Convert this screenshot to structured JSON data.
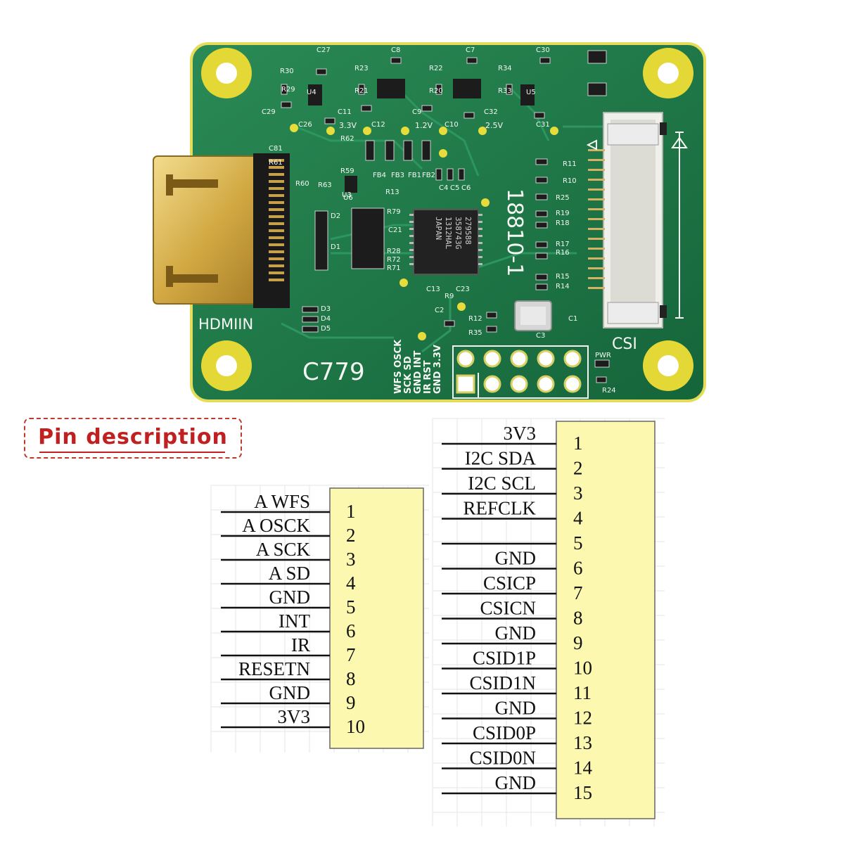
{
  "board": {
    "model_label": "C779",
    "hdmi_label": "HDMIIN",
    "csi_label": "CSI",
    "part_label": "18810-1",
    "chip_lines": [
      "279588",
      "358743G",
      "1312HAL",
      "JAPAN"
    ],
    "pwr_label": "PWR",
    "header_row1": [
      "WFS",
      "OSCK"
    ],
    "header_row2": [
      "SCK",
      "SD"
    ],
    "header_row3": [
      "GND",
      "INT"
    ],
    "header_row4": [
      "IR",
      "RST"
    ],
    "header_row5": [
      "GND",
      "3.3V"
    ],
    "rail_labels": [
      "3.3V",
      "1.2V",
      "2.5V"
    ],
    "components": [
      "C27",
      "C8",
      "C7",
      "C30",
      "R30",
      "R29",
      "R23",
      "R21",
      "R22",
      "R20",
      "R34",
      "R33",
      "C29",
      "C26",
      "C11",
      "C12",
      "C9",
      "C10",
      "C32",
      "C31",
      "C81",
      "R61",
      "R62",
      "R60",
      "R63",
      "R59",
      "U6",
      "FB4",
      "FB3",
      "FB1",
      "FB2",
      "C4",
      "C5",
      "C6",
      "R13",
      "R11",
      "R10",
      "R25",
      "R19",
      "R18",
      "R17",
      "R16",
      "R15",
      "R14",
      "D2",
      "D1",
      "R79",
      "R28",
      "R72",
      "R71",
      "D3",
      "D4",
      "D5",
      "C21",
      "C2",
      "R9",
      "C23",
      "R12",
      "R35",
      "C3",
      "R24",
      "C1",
      "C13",
      "U4",
      "U5",
      "U3"
    ]
  },
  "title": "Pin description",
  "left_connector": {
    "pins": [
      {
        "num": "1",
        "name": "A  WFS"
      },
      {
        "num": "2",
        "name": "A  OSCK"
      },
      {
        "num": "3",
        "name": "A  SCK"
      },
      {
        "num": "4",
        "name": "A  SD"
      },
      {
        "num": "5",
        "name": "GND"
      },
      {
        "num": "6",
        "name": "INT"
      },
      {
        "num": "7",
        "name": "IR"
      },
      {
        "num": "8",
        "name": "RESETN"
      },
      {
        "num": "9",
        "name": "GND"
      },
      {
        "num": "10",
        "name": "3V3"
      }
    ]
  },
  "right_connector": {
    "pins": [
      {
        "num": "1",
        "name": "3V3"
      },
      {
        "num": "2",
        "name": "I2C  SDA"
      },
      {
        "num": "3",
        "name": "I2C  SCL"
      },
      {
        "num": "4",
        "name": "REFCLK"
      },
      {
        "num": "5",
        "name": ""
      },
      {
        "num": "6",
        "name": "GND"
      },
      {
        "num": "7",
        "name": "CSICP"
      },
      {
        "num": "8",
        "name": "CSICN"
      },
      {
        "num": "9",
        "name": "GND"
      },
      {
        "num": "10",
        "name": "CSID1P"
      },
      {
        "num": "11",
        "name": "CSID1N"
      },
      {
        "num": "12",
        "name": "GND"
      },
      {
        "num": "13",
        "name": "CSID0P"
      },
      {
        "num": "14",
        "name": "CSID0N"
      },
      {
        "num": "15",
        "name": "GND"
      }
    ]
  },
  "colors": {
    "pcb": "#1f7a4a",
    "pcb_dark": "#156338",
    "pad_yellow": "#e6dc3c",
    "gold": "#d9b24a",
    "connector_fill": "#fcf8b0",
    "title_red": "#c0201f"
  }
}
